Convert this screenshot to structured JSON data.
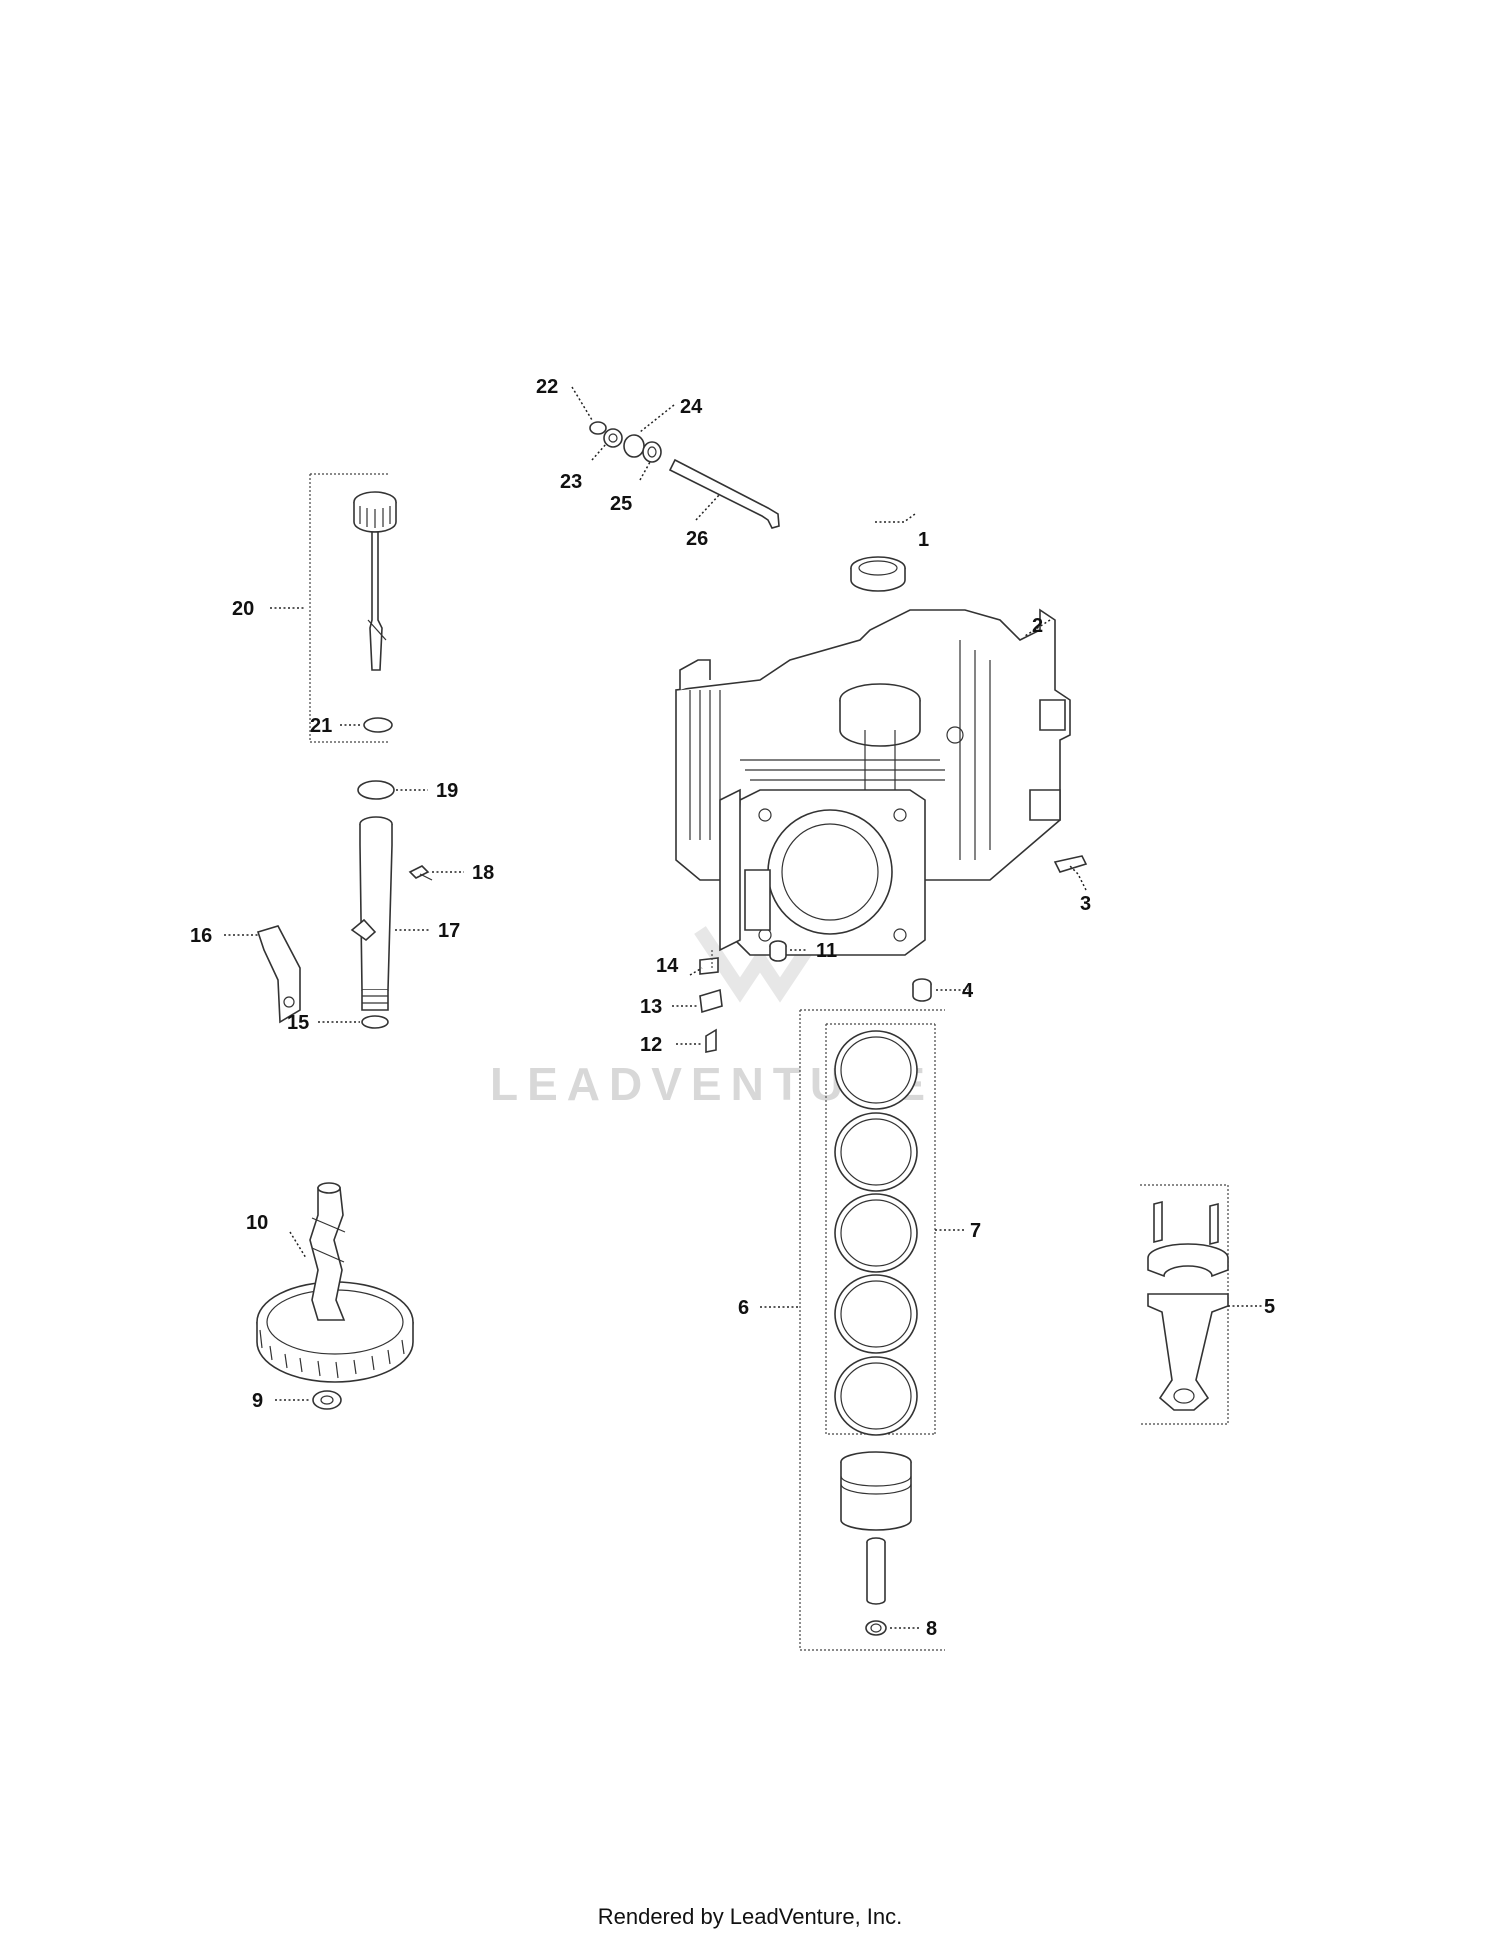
{
  "watermark": "LEADVENTURE",
  "footer": "Rendered by LeadVenture, Inc.",
  "callouts": {
    "c1": "1",
    "c2": "2",
    "c3": "3",
    "c4": "4",
    "c5": "5",
    "c6": "6",
    "c7": "7",
    "c8": "8",
    "c9": "9",
    "c10": "10",
    "c11": "11",
    "c12": "12",
    "c13": "13",
    "c14": "14",
    "c15": "15",
    "c16": "16",
    "c17": "17",
    "c18": "18",
    "c19": "19",
    "c20": "20",
    "c21": "21",
    "c22": "22",
    "c23": "23",
    "c24": "24",
    "c25": "25",
    "c26": "26"
  },
  "colors": {
    "line": "#333333",
    "watermark": "#d8d8d8",
    "text": "#111111"
  }
}
